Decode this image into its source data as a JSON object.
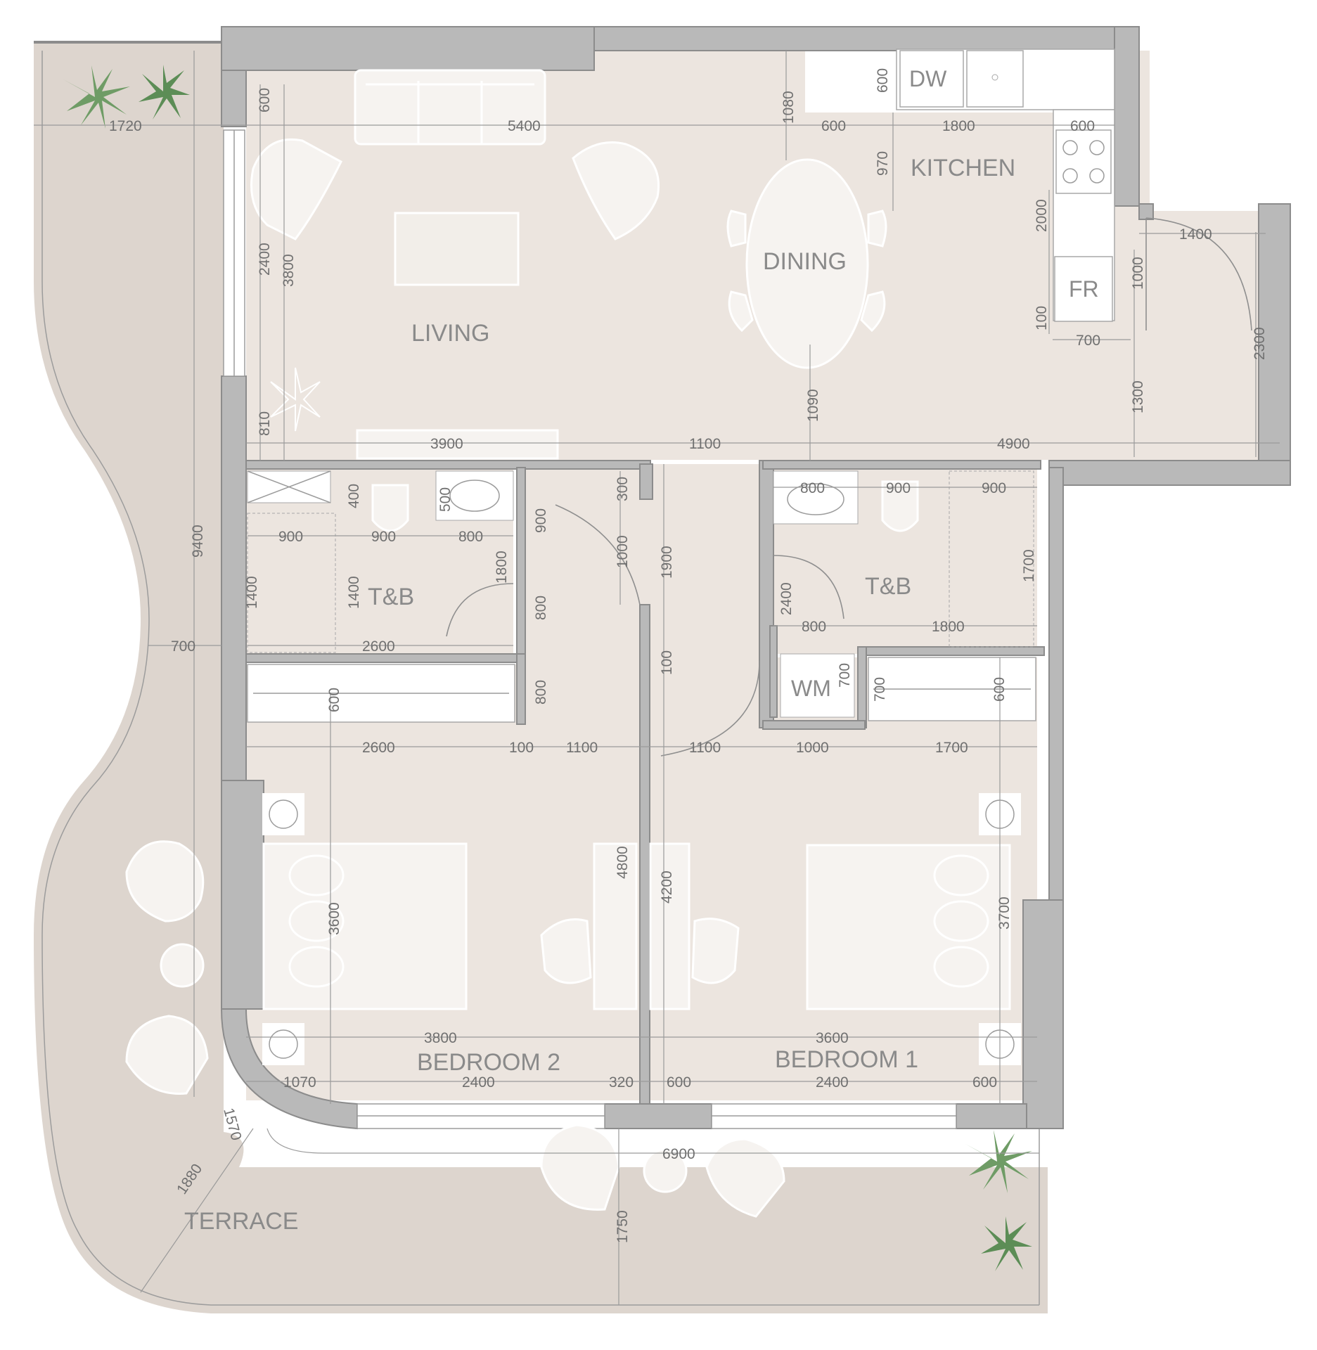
{
  "rooms": {
    "living": "LIVING",
    "dining": "DINING",
    "kitchen": "KITCHEN",
    "tb_left": "T&B",
    "tb_right": "T&B",
    "bedroom1": "BEDROOM 1",
    "bedroom2": "BEDROOM 2",
    "terrace": "TERRACE"
  },
  "appliances": {
    "dw": "DW",
    "fr": "FR",
    "wm": "WM"
  },
  "dims": {
    "living": [
      "1720",
      "5400",
      "600",
      "2400",
      "3800",
      "810",
      "3900",
      "1100",
      "4900"
    ],
    "kitchen": [
      "1080",
      "600",
      "600",
      "1800",
      "600",
      "970",
      "2000",
      "1000",
      "100",
      "700",
      "1400",
      "2300",
      "1300",
      "1090"
    ],
    "tb_left": [
      "400",
      "500",
      "900",
      "900",
      "800",
      "1800",
      "1400",
      "1400",
      "2600",
      "300",
      "900",
      "1000",
      "1900",
      "800",
      "800"
    ],
    "tb_right": [
      "800",
      "900",
      "900",
      "1700",
      "2400",
      "800",
      "1800",
      "700",
      "700",
      "600"
    ],
    "bedrooms": [
      "9400",
      "700",
      "600",
      "2600",
      "100",
      "1100",
      "1100",
      "1000",
      "1700",
      "100",
      "4800",
      "4200",
      "3600",
      "3700",
      "3800",
      "3600",
      "1070",
      "2400",
      "320",
      "600",
      "2400",
      "600"
    ],
    "terrace": [
      "1570",
      "6900",
      "1880",
      "1750"
    ]
  },
  "colors": {
    "floor": "#ece5df",
    "terrace": "#ddd5ce",
    "wall": "#b9b9b9",
    "plant": "#6f9c66"
  }
}
